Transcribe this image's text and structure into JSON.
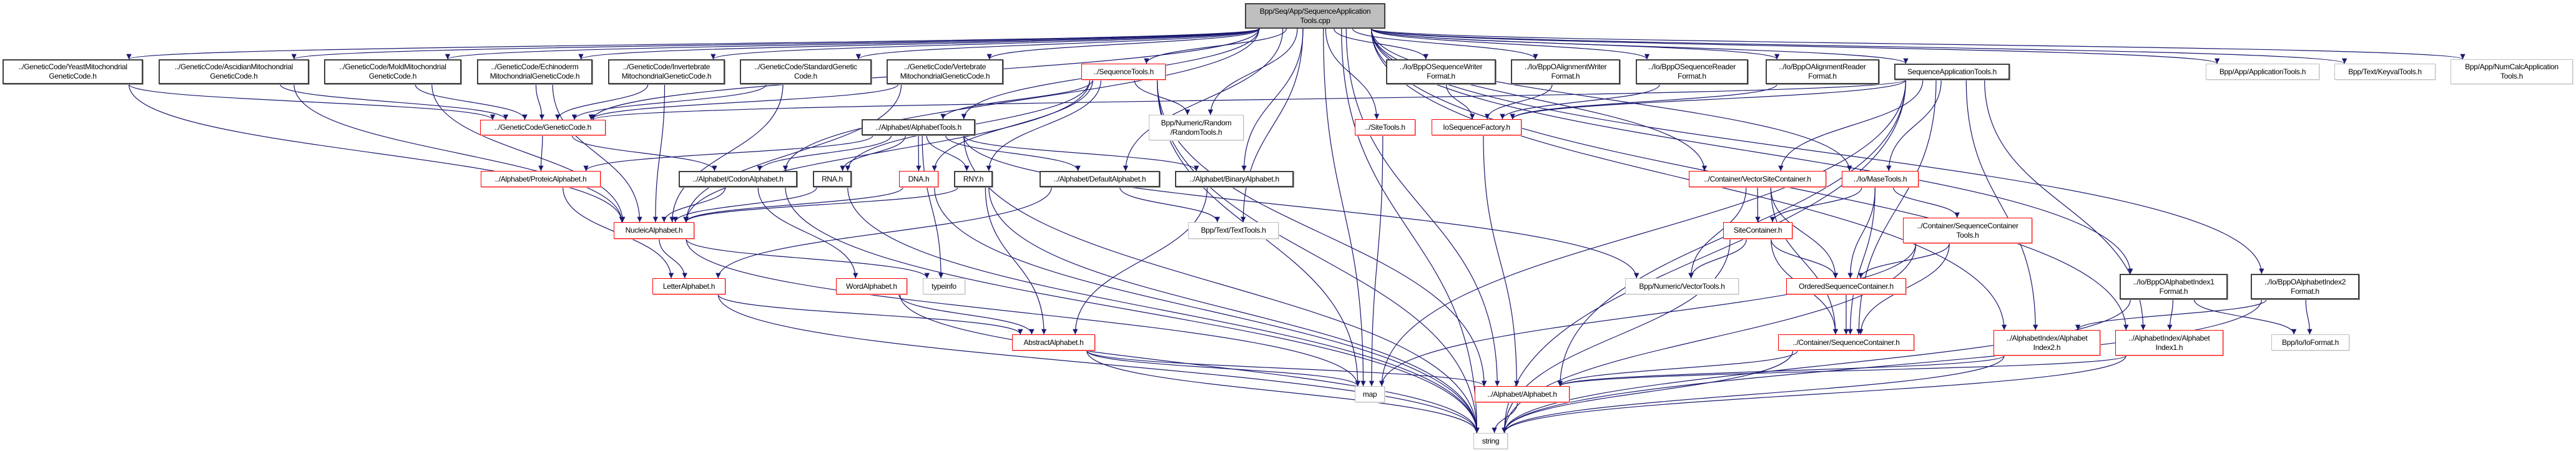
{
  "graph": {
    "edge_color": "#191970",
    "style_colors": {
      "black": "#404040",
      "red": "#ff0000",
      "grey": "#bfbfbf",
      "current_fill": "#bfbfbf"
    },
    "nodes": [
      {
        "id": "top",
        "label": "Bpp/Seq/App/SequenceApplication\nTools.cpp",
        "style": "current"
      },
      {
        "id": "yeast",
        "label": "../GeneticCode/YeastMitochondrial\nGeneticCode.h",
        "style": "black"
      },
      {
        "id": "ascidian",
        "label": "../GeneticCode/AscidianMitochondrial\nGeneticCode.h",
        "style": "black"
      },
      {
        "id": "mold",
        "label": "../GeneticCode/MoldMitochondrial\nGeneticCode.h",
        "style": "black"
      },
      {
        "id": "echino",
        "label": "../GeneticCode/Echinoderm\nMitochondrialGeneticCode.h",
        "style": "black"
      },
      {
        "id": "invert",
        "label": "../GeneticCode/Invertebrate\nMitochondrialGeneticCode.h",
        "style": "black"
      },
      {
        "id": "standard",
        "label": "../GeneticCode/StandardGenetic\nCode.h",
        "style": "black"
      },
      {
        "id": "vert",
        "label": "../GeneticCode/Vertebrate\nMitochondrialGeneticCode.h",
        "style": "black"
      },
      {
        "id": "seqtools",
        "label": "../SequenceTools.h",
        "style": "red"
      },
      {
        "id": "sw",
        "label": "../Io/BppOSequenceWriter\nFormat.h",
        "style": "black"
      },
      {
        "id": "aw",
        "label": "../Io/BppOAlignmentWriter\nFormat.h",
        "style": "black"
      },
      {
        "id": "sr",
        "label": "../Io/BppOSequenceReader\nFormat.h",
        "style": "black"
      },
      {
        "id": "ar",
        "label": "../Io/BppOAlignmentReader\nFormat.h",
        "style": "black"
      },
      {
        "id": "sapph",
        "label": "SequenceApplicationTools.h",
        "style": "black"
      },
      {
        "id": "apptools",
        "label": "Bpp/App/ApplicationTools.h",
        "style": "grey"
      },
      {
        "id": "keyval",
        "label": "Bpp/Text/KeyvalTools.h",
        "style": "grey"
      },
      {
        "id": "numcalc",
        "label": "Bpp/App/NumCalcApplication\nTools.h",
        "style": "grey"
      },
      {
        "id": "gc",
        "label": "../GeneticCode/GeneticCode.h",
        "style": "red"
      },
      {
        "id": "alphatools",
        "label": "../Alphabet/AlphabetTools.h",
        "style": "black"
      },
      {
        "id": "random",
        "label": "Bpp/Numeric/Random\n/RandomTools.h",
        "style": "grey"
      },
      {
        "id": "sitetools",
        "label": "../SiteTools.h",
        "style": "red"
      },
      {
        "id": "iofact",
        "label": "IoSequenceFactory.h",
        "style": "red"
      },
      {
        "id": "proteic",
        "label": "../Alphabet/ProteicAlphabet.h",
        "style": "red"
      },
      {
        "id": "codon",
        "label": "../Alphabet/CodonAlphabet.h",
        "style": "black"
      },
      {
        "id": "rna",
        "label": "RNA.h",
        "style": "black"
      },
      {
        "id": "dna",
        "label": "DNA.h",
        "style": "red"
      },
      {
        "id": "rny",
        "label": "RNY.h",
        "style": "black"
      },
      {
        "id": "default",
        "label": "../Alphabet/DefaultAlphabet.h",
        "style": "black"
      },
      {
        "id": "binary",
        "label": "../Alphabet/BinaryAlphabet.h",
        "style": "black"
      },
      {
        "id": "vsc",
        "label": "../Container/VectorSiteContainer.h",
        "style": "red"
      },
      {
        "id": "mase",
        "label": "../Io/MaseTools.h",
        "style": "red"
      },
      {
        "id": "nucleic",
        "label": "NucleicAlphabet.h",
        "style": "red"
      },
      {
        "id": "texttools",
        "label": "Bpp/Text/TextTools.h",
        "style": "grey"
      },
      {
        "id": "sitecont",
        "label": "SiteContainer.h",
        "style": "red"
      },
      {
        "id": "sct",
        "label": "../Container/SequenceContainer\nTools.h",
        "style": "red"
      },
      {
        "id": "letter",
        "label": "LetterAlphabet.h",
        "style": "red"
      },
      {
        "id": "word",
        "label": "WordAlphabet.h",
        "style": "red"
      },
      {
        "id": "typeinfo",
        "label": "typeinfo",
        "style": "grey"
      },
      {
        "id": "vectortools",
        "label": "Bpp/Numeric/VectorTools.h",
        "style": "grey"
      },
      {
        "id": "osc",
        "label": "OrderedSequenceContainer.h",
        "style": "red"
      },
      {
        "id": "bai1f",
        "label": "../Io/BppOAlphabetIndex1\nFormat.h",
        "style": "black"
      },
      {
        "id": "bai2f",
        "label": "../Io/BppOAlphabetIndex2\nFormat.h",
        "style": "black"
      },
      {
        "id": "abstract",
        "label": "AbstractAlphabet.h",
        "style": "red"
      },
      {
        "id": "sc",
        "label": "../Container/SequenceContainer.h",
        "style": "red"
      },
      {
        "id": "ai2",
        "label": "../AlphabetIndex/Alphabet\nIndex2.h",
        "style": "red"
      },
      {
        "id": "ai1",
        "label": "../AlphabetIndex/Alphabet\nIndex1.h",
        "style": "red"
      },
      {
        "id": "iofmt",
        "label": "Bpp/Io/IoFormat.h",
        "style": "grey"
      },
      {
        "id": "map",
        "label": "map",
        "style": "grey"
      },
      {
        "id": "alphabet",
        "label": "../Alphabet/Alphabet.h",
        "style": "red"
      },
      {
        "id": "string",
        "label": "string",
        "style": "grey"
      }
    ],
    "edges": [
      [
        "top",
        "yeast"
      ],
      [
        "top",
        "ascidian"
      ],
      [
        "top",
        "mold"
      ],
      [
        "top",
        "echino"
      ],
      [
        "top",
        "invert"
      ],
      [
        "top",
        "standard"
      ],
      [
        "top",
        "vert"
      ],
      [
        "top",
        "seqtools"
      ],
      [
        "top",
        "sw"
      ],
      [
        "top",
        "aw"
      ],
      [
        "top",
        "sr"
      ],
      [
        "top",
        "ar"
      ],
      [
        "top",
        "sapph"
      ],
      [
        "top",
        "apptools"
      ],
      [
        "top",
        "keyval"
      ],
      [
        "top",
        "numcalc"
      ],
      [
        "top",
        "gc"
      ],
      [
        "top",
        "alphatools"
      ],
      [
        "top",
        "random"
      ],
      [
        "top",
        "sitetools"
      ],
      [
        "top",
        "codon"
      ],
      [
        "top",
        "default"
      ],
      [
        "top",
        "binary"
      ],
      [
        "top",
        "texttools"
      ],
      [
        "top",
        "map"
      ],
      [
        "top",
        "string"
      ],
      [
        "top",
        "alphabet"
      ],
      [
        "top",
        "mase"
      ],
      [
        "top",
        "vsc"
      ],
      [
        "top",
        "ai1"
      ],
      [
        "top",
        "ai2"
      ],
      [
        "top",
        "bai1f"
      ],
      [
        "top",
        "bai2f"
      ],
      [
        "yeast",
        "gc"
      ],
      [
        "yeast",
        "nucleic"
      ],
      [
        "ascidian",
        "gc"
      ],
      [
        "ascidian",
        "nucleic"
      ],
      [
        "mold",
        "gc"
      ],
      [
        "mold",
        "nucleic"
      ],
      [
        "echino",
        "gc"
      ],
      [
        "echino",
        "nucleic"
      ],
      [
        "invert",
        "gc"
      ],
      [
        "invert",
        "nucleic"
      ],
      [
        "standard",
        "gc"
      ],
      [
        "standard",
        "nucleic"
      ],
      [
        "vert",
        "gc"
      ],
      [
        "vert",
        "nucleic"
      ],
      [
        "gc",
        "proteic"
      ],
      [
        "gc",
        "codon"
      ],
      [
        "seqtools",
        "alphatools"
      ],
      [
        "seqtools",
        "dna"
      ],
      [
        "seqtools",
        "rna"
      ],
      [
        "seqtools",
        "rny"
      ],
      [
        "seqtools",
        "random"
      ],
      [
        "seqtools",
        "nucleic"
      ],
      [
        "seqtools",
        "alphabet"
      ],
      [
        "seqtools",
        "map"
      ],
      [
        "seqtools",
        "string"
      ],
      [
        "alphatools",
        "dna"
      ],
      [
        "alphatools",
        "rna"
      ],
      [
        "alphatools",
        "rny"
      ],
      [
        "alphatools",
        "proteic"
      ],
      [
        "alphatools",
        "codon"
      ],
      [
        "alphatools",
        "default"
      ],
      [
        "alphatools",
        "binary"
      ],
      [
        "alphatools",
        "typeinfo"
      ],
      [
        "alphatools",
        "vectortools"
      ],
      [
        "alphatools",
        "string"
      ],
      [
        "proteic",
        "letter"
      ],
      [
        "codon",
        "nucleic"
      ],
      [
        "codon",
        "word"
      ],
      [
        "codon",
        "string"
      ],
      [
        "rna",
        "nucleic"
      ],
      [
        "rna",
        "string"
      ],
      [
        "dna",
        "nucleic"
      ],
      [
        "dna",
        "string"
      ],
      [
        "rny",
        "nucleic"
      ],
      [
        "rny",
        "abstract"
      ],
      [
        "rny",
        "string"
      ],
      [
        "default",
        "letter"
      ],
      [
        "default",
        "texttools"
      ],
      [
        "binary",
        "abstract"
      ],
      [
        "nucleic",
        "letter"
      ],
      [
        "nucleic",
        "typeinfo"
      ],
      [
        "nucleic",
        "map"
      ],
      [
        "letter",
        "abstract"
      ],
      [
        "letter",
        "string"
      ],
      [
        "word",
        "abstract"
      ],
      [
        "word",
        "string"
      ],
      [
        "abstract",
        "alphabet"
      ],
      [
        "abstract",
        "map"
      ],
      [
        "abstract",
        "string"
      ],
      [
        "alphabet",
        "string"
      ],
      [
        "sitetools",
        "map"
      ],
      [
        "iofact",
        "alphabet"
      ],
      [
        "sw",
        "iofact"
      ],
      [
        "aw",
        "iofact"
      ],
      [
        "sr",
        "iofact"
      ],
      [
        "ar",
        "iofact"
      ],
      [
        "sapph",
        "gc"
      ],
      [
        "sapph",
        "iofact"
      ],
      [
        "sapph",
        "alphabet"
      ],
      [
        "sapph",
        "string"
      ],
      [
        "sapph",
        "map"
      ],
      [
        "sapph",
        "vsc"
      ],
      [
        "sapph",
        "mase"
      ],
      [
        "sapph",
        "sc"
      ],
      [
        "sapph",
        "ai1"
      ],
      [
        "sapph",
        "ai2"
      ],
      [
        "vsc",
        "sitecont"
      ],
      [
        "vsc",
        "osc"
      ],
      [
        "vsc",
        "vectortools"
      ],
      [
        "vsc",
        "sc"
      ],
      [
        "mase",
        "sitecont"
      ],
      [
        "mase",
        "osc"
      ],
      [
        "mase",
        "sct"
      ],
      [
        "mase",
        "sc"
      ],
      [
        "sitecont",
        "osc"
      ],
      [
        "sitecont",
        "vectortools"
      ],
      [
        "sitecont",
        "sc"
      ],
      [
        "sitecont",
        "string"
      ],
      [
        "sct",
        "osc"
      ],
      [
        "sct",
        "sc"
      ],
      [
        "sct",
        "string"
      ],
      [
        "sct",
        "map"
      ],
      [
        "osc",
        "sc"
      ],
      [
        "sc",
        "alphabet"
      ],
      [
        "sc",
        "string"
      ],
      [
        "ai2",
        "alphabet"
      ],
      [
        "ai2",
        "string"
      ],
      [
        "ai1",
        "alphabet"
      ],
      [
        "ai1",
        "string"
      ],
      [
        "bai1f",
        "ai1"
      ],
      [
        "bai1f",
        "iofmt"
      ],
      [
        "bai1f",
        "string"
      ],
      [
        "bai2f",
        "ai2"
      ],
      [
        "bai2f",
        "iofmt"
      ],
      [
        "bai2f",
        "string"
      ]
    ]
  }
}
